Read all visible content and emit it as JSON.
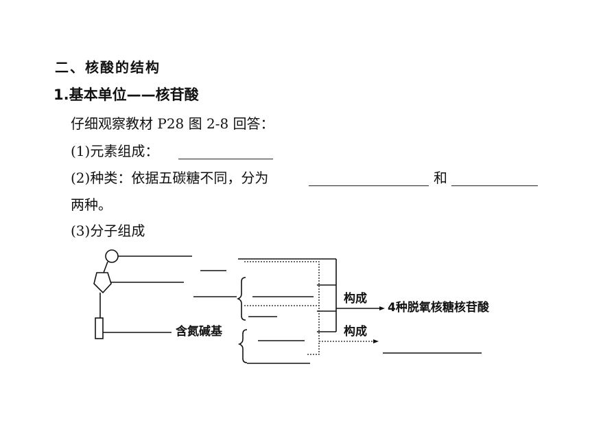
{
  "section": {
    "title": "二、核酸的结构"
  },
  "heading": {
    "title": "1.基本单位——核苷酸"
  },
  "body": {
    "instruction": "仔细观察教材 P28 图 2-8 回答：",
    "q1": "(1)元素组成：",
    "q2_a": "(2)种类：依据五碳糖不同，分为",
    "q2_b": "和",
    "q2_c": "两种。",
    "q3": "(3)分子组成"
  },
  "diagram": {
    "base_label": "含氮碱基",
    "compose1": "构成",
    "compose2": "构成",
    "product": "4种脱氧核糖核苷酸"
  }
}
